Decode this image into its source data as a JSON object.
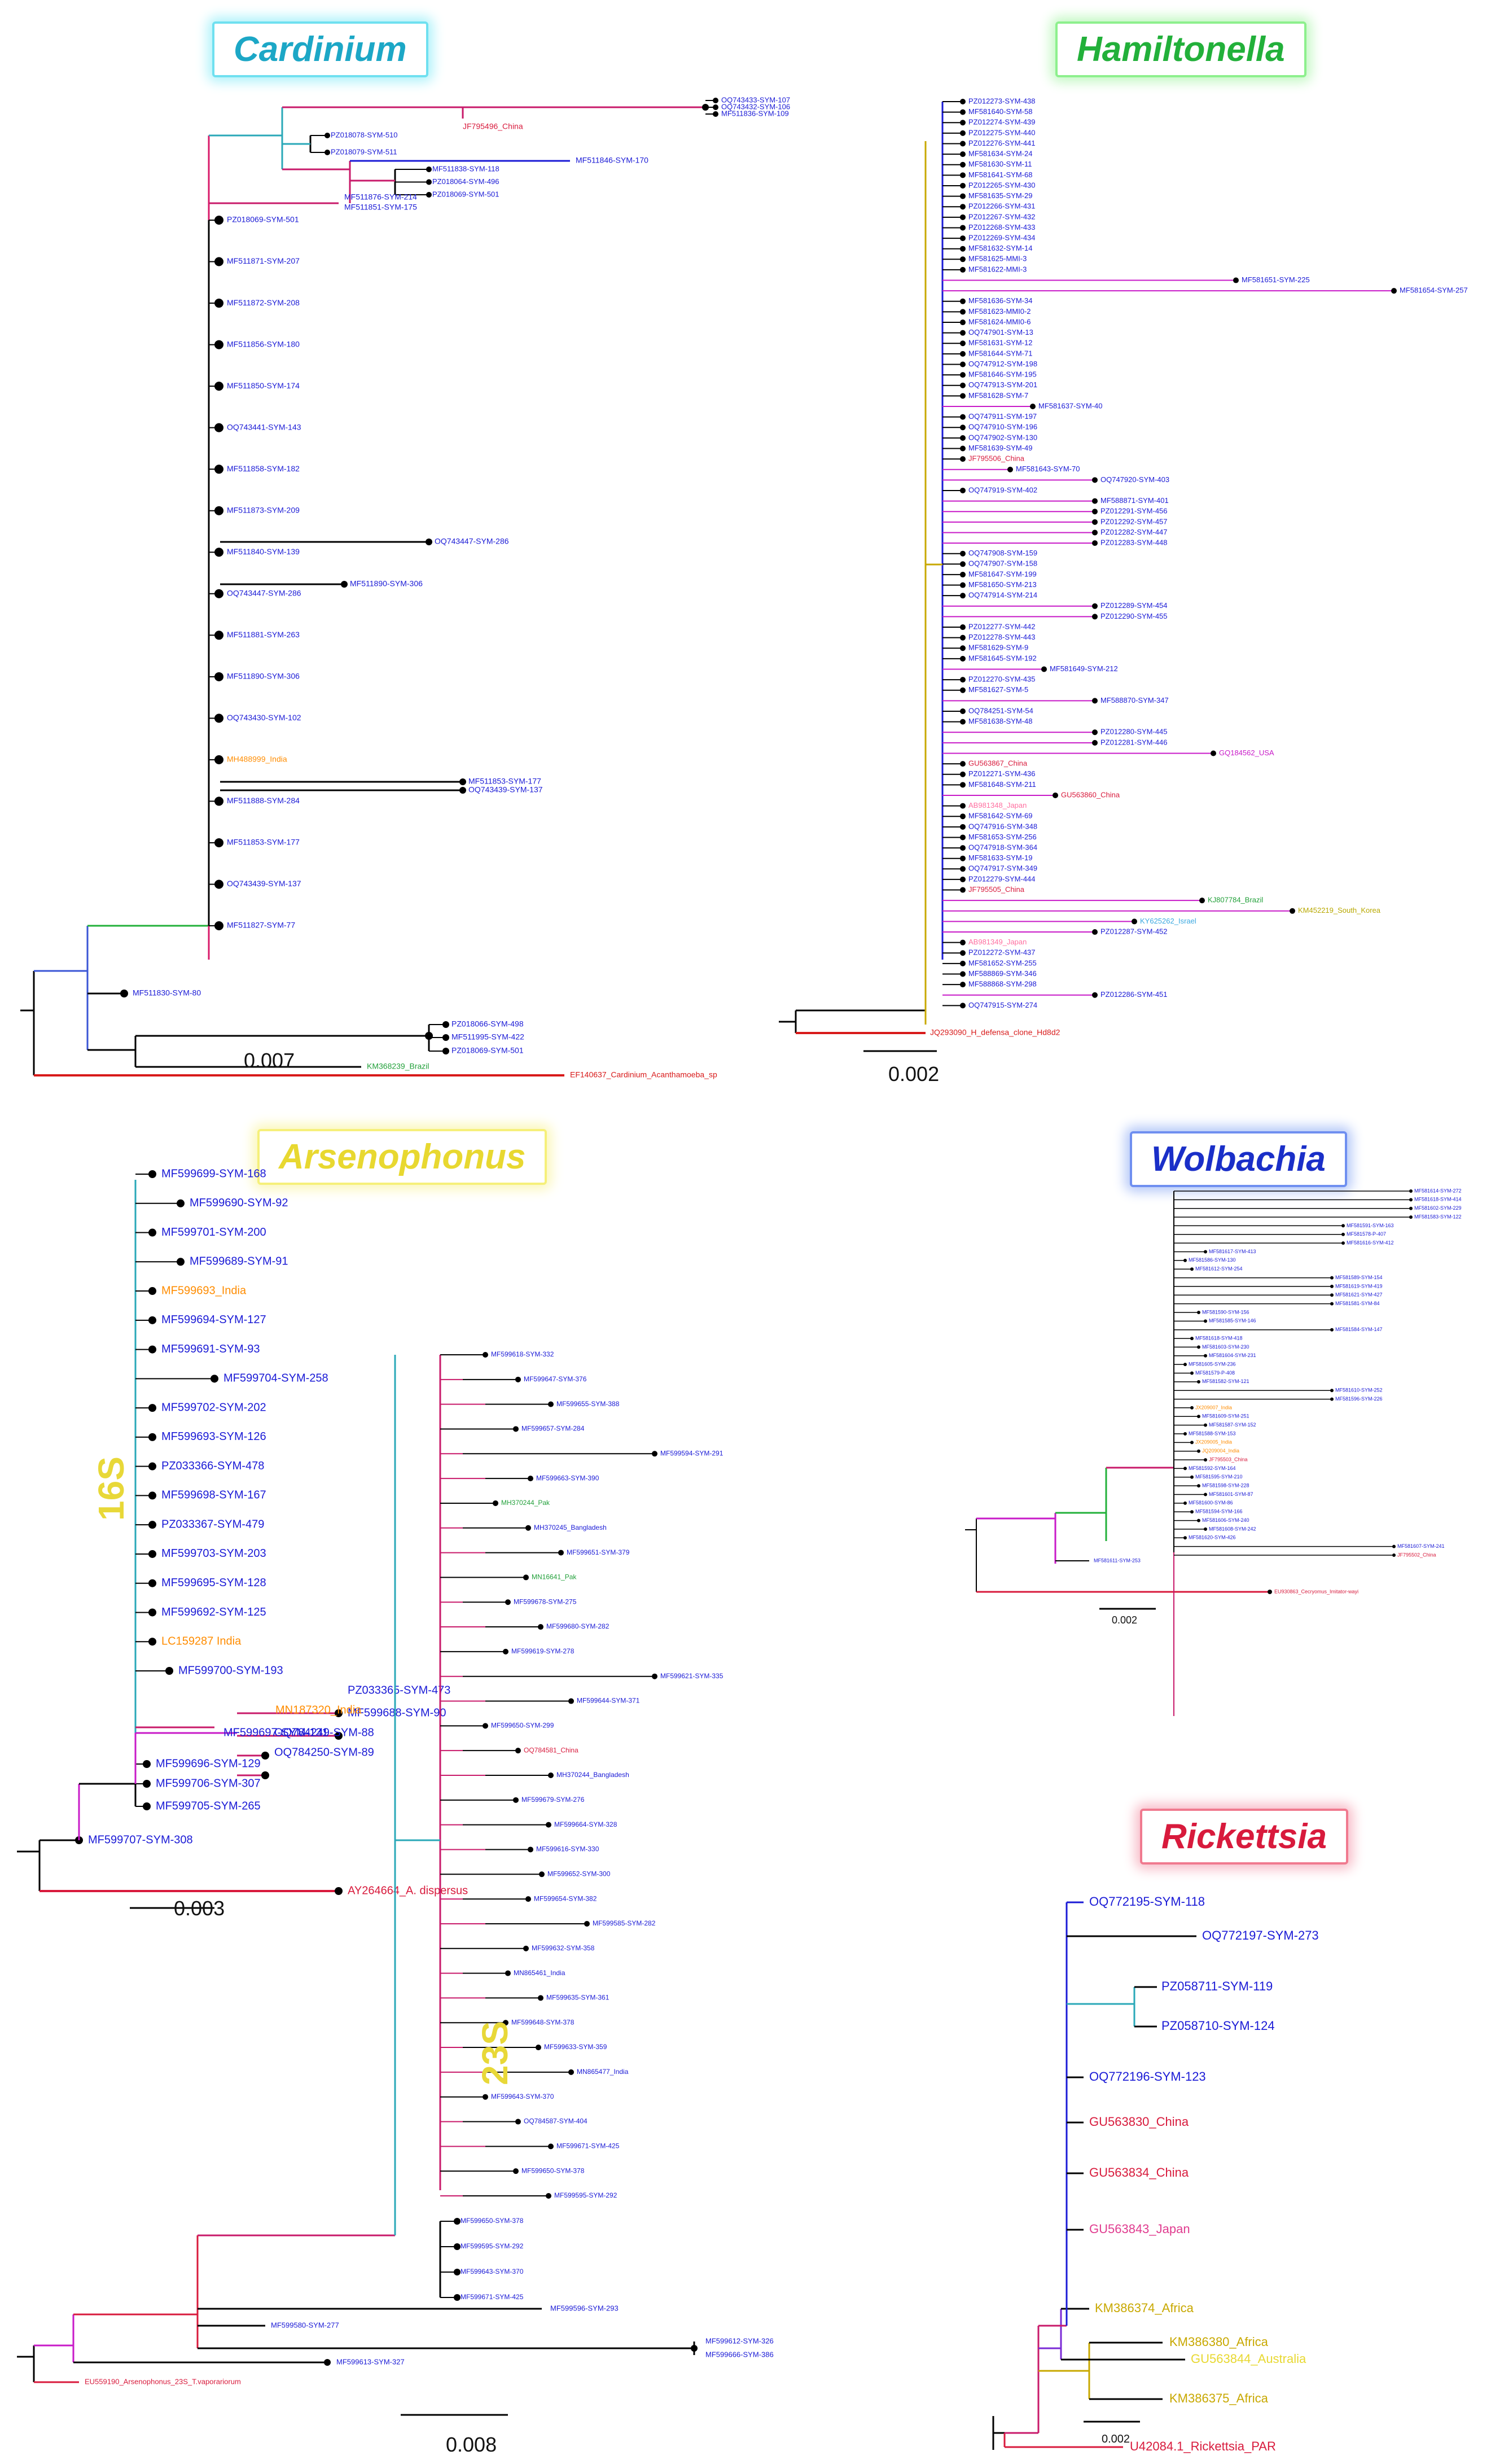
{
  "panels": [
    {
      "id": "cardinium",
      "title": "Cardinium",
      "title_color": "#1ca7c6",
      "glow_color": "#6fe0f0",
      "scale_bar": "0.007",
      "palette": [
        "#1a1ad6",
        "#1a1ad6",
        "#1a1ad6",
        "#1a1ad6",
        "#1a1ad6",
        "#1a1ad6",
        "#1a1ad6",
        "#1a1ad6",
        "#ff8c00",
        "#1a1ad6",
        "#1a1ad6",
        "#22a03a"
      ],
      "leaves": [
        "OQ743433-SYM-107",
        "OQ743432-SYM-106",
        "MF511836-SYM-109",
        "JF795496_China",
        "PZ018078-SYM-510",
        "PZ018079-SYM-511",
        "MF511846-SYM-170",
        "MF511838-SYM-118",
        "PZ018064-SYM-496",
        "MF511876-SYM-214",
        "MF511851-SYM-175",
        "PZ018069-SYM-501",
        "MF511871-SYM-207",
        "MF511872-SYM-208",
        "MF511856-SYM-180",
        "MF511850-SYM-174",
        "OQ743441-SYM-143",
        "MF511858-SYM-182",
        "MF511873-SYM-209",
        "MF511840-SYM-139",
        "OQ743447-SYM-286",
        "MF511881-SYM-263",
        "MF511890-SYM-306",
        "OQ743430-SYM-102",
        "MH488999_India",
        "MF511888-SYM-284",
        "MF511853-SYM-177",
        "OQ743439-SYM-137",
        "MF511827-SYM-77",
        "MF511830-SYM-80",
        "KM368239_Brazil",
        "PZ018066-SYM-498",
        "MF511995-SYM-422",
        "PZ018069-SYM-501",
        "EF140637_Cardinium_Acanthamoeba_sp"
      ],
      "leaf_colors": {
        "JF795496_China": "#d81a3c",
        "MH488999_India": "#ff8c00",
        "KM368239_Brazil": "#22a03a",
        "EF140637_Cardinium_Acanthamoeba_sp": "#d81a1a"
      }
    },
    {
      "id": "hamiltonella",
      "title": "Hamiltonella",
      "title_color": "#22b03a",
      "glow_color": "#8df08d",
      "scale_bar": "0.002",
      "palette": [
        "#1a1ad6",
        "#1a1ad6",
        "#1a1ad6",
        "#1a1ad6",
        "#1a1ad6",
        "#1a1ad6",
        "#1a1ad6",
        "#1a1ad6",
        "#d81a3c"
      ],
      "leaves": [
        "PZ012273-SYM-438",
        "MF581640-SYM-58",
        "PZ012274-SYM-439",
        "PZ012275-SYM-440",
        "PZ012276-SYM-441",
        "MF581634-SYM-24",
        "MF581630-SYM-11",
        "MF581641-SYM-68",
        "PZ012265-SYM-430",
        "MF581635-SYM-29",
        "PZ012266-SYM-431",
        "PZ012267-SYM-432",
        "PZ012268-SYM-433",
        "PZ012269-SYM-434",
        "MF581632-SYM-14",
        "MF581625-MMI-3",
        "MF581622-MMI-3",
        "MF581651-SYM-225",
        "MF581654-SYM-257",
        "MF581636-SYM-34",
        "MF581623-MMI0-2",
        "MF581624-MMI0-6",
        "OQ747901-SYM-13",
        "MF581631-SYM-12",
        "MF581644-SYM-71",
        "OQ747912-SYM-198",
        "MF581646-SYM-195",
        "OQ747913-SYM-201",
        "MF581628-SYM-7",
        "MF581637-SYM-40",
        "OQ747911-SYM-197",
        "OQ747910-SYM-196",
        "OQ747902-SYM-130",
        "MF581639-SYM-49",
        "JF795506_China",
        "MF581643-SYM-70",
        "OQ747920-SYM-403",
        "OQ747919-SYM-402",
        "MF588871-SYM-401",
        "PZ012291-SYM-456",
        "PZ012292-SYM-457",
        "PZ012282-SYM-447",
        "PZ012283-SYM-448",
        "OQ747908-SYM-159",
        "OQ747907-SYM-158",
        "MF581647-SYM-199",
        "MF581650-SYM-213",
        "OQ747914-SYM-214",
        "PZ012289-SYM-454",
        "PZ012290-SYM-455",
        "PZ012277-SYM-442",
        "PZ012278-SYM-443",
        "MF581629-SYM-9",
        "MF581645-SYM-192",
        "MF581649-SYM-212",
        "PZ012270-SYM-435",
        "MF581627-SYM-5",
        "MF588870-SYM-347",
        "OQ784251-SYM-54",
        "MF581638-SYM-48",
        "PZ012280-SYM-445",
        "PZ012281-SYM-446",
        "GQ184562_USA",
        "GU563867_China",
        "PZ012271-SYM-436",
        "MF581648-SYM-211",
        "GU563860_China",
        "AB981348_Japan",
        "MF581642-SYM-69",
        "OQ747916-SYM-348",
        "MF581653-SYM-256",
        "OQ747918-SYM-364",
        "MF581633-SYM-19",
        "OQ747917-SYM-349",
        "PZ012279-SYM-444",
        "JF795505_China",
        "KJ807784_Brazil",
        "KM452219_South_Korea",
        "KY625262_Israel",
        "PZ012287-SYM-452",
        "AB981349_Japan",
        "PZ012272-SYM-437",
        "MF581652-SYM-255",
        "MF588869-SYM-346",
        "MF588868-SYM-298",
        "PZ012286-SYM-451",
        "OQ747915-SYM-274",
        "JQ293090_H_defensa_clone_Hd8d2"
      ],
      "leaf_colors": {
        "JF795506_China": "#d81a3c",
        "GQ184562_USA": "#c81ac8",
        "GU563867_China": "#d81a3c",
        "GU563860_China": "#d81a3c",
        "AB981348_Japan": "#ff6fa0",
        "JF795505_China": "#d81a3c",
        "KJ807784_Brazil": "#22a03a",
        "KM452219_South_Korea": "#b8a800",
        "KY625262_Israel": "#3aa8e0",
        "AB981349_Japan": "#ff6fa0",
        "JQ293090_H_defensa_clone_Hd8d2": "#d81a1a"
      }
    },
    {
      "id": "arsenophonus",
      "title": "Arsenophonus",
      "title_color": "#e8d830",
      "glow_color": "#f6f07a",
      "scale_bar_16s": "0.003",
      "scale_bar_23s": "0.008",
      "gene_16s": "16S",
      "gene_23s": "23S",
      "leaves_16s": [
        "MF599699-SYM-168",
        "MF599690-SYM-92",
        "MF599701-SYM-200",
        "MF599689-SYM-91",
        "MF599693_India",
        "MF599694-SYM-127",
        "MF599691-SYM-93",
        "MF599704-SYM-258",
        "MF599702-SYM-202",
        "MF599693-SYM-126",
        "PZ033366-SYM-478",
        "MF599698-SYM-167",
        "PZ033367-SYM-479",
        "MF599703-SYM-203",
        "MF599695-SYM-128",
        "MF599692-SYM-125",
        "LC159287 India",
        "MF599700-SYM-193",
        "PZ033365-SYM-473",
        "MF599688-SYM-90",
        "OQ784249-SYM-88",
        "OQ784250-SYM-89",
        "MN187320_India",
        "MF599697-SYM-131",
        "MF599696-SYM-129",
        "MF599706-SYM-307",
        "MF599705-SYM-265",
        "MF599707-SYM-308",
        "AY264664_A. dispersus"
      ],
      "leaf_colors_16s": {
        "MF599693_India": "#ff8c00",
        "LC159287 India": "#ff8c00",
        "MN187320_India": "#ff8c00",
        "AY264664_A. dispersus": "#d81a3c"
      },
      "leaves_23s": [
        "MF599618-SYM-332",
        "MF599647-SYM-376",
        "MF599655-SYM-388",
        "MF599657-SYM-284",
        "MF599594-SYM-291",
        "MF599663-SYM-390",
        "MH370244_Pak",
        "MH370245_Bangladesh",
        "MF599651-SYM-379",
        "MN16641_Pak",
        "MF599678-SYM-275",
        "MF599680-SYM-282",
        "MF599619-SYM-278",
        "MF599621-SYM-335",
        "MF599644-SYM-371",
        "MF599650-SYM-299",
        "OQ784581_China",
        "MH370244_Bangladesh",
        "MF599679-SYM-276",
        "MF599664-SYM-328",
        "MF599616-SYM-330",
        "MF599652-SYM-300",
        "MF599654-SYM-382",
        "MF599585-SYM-282",
        "MF599632-SYM-358",
        "MN865461_India",
        "MF599635-SYM-361",
        "MF599648-SYM-378",
        "MF599633-SYM-359",
        "MN865477_India",
        "MF599643-SYM-370",
        "OQ784587-SYM-404",
        "MF599671-SYM-425",
        "MF599650-SYM-378",
        "MF599595-SYM-292",
        "MF599596-SYM-293",
        "MF599580-SYM-277",
        "MF599612-SYM-326",
        "MF599666-SYM-386",
        "MF599613-SYM-327",
        "EU559190_Arsenophonus_23S_T.vaporariorum"
      ],
      "leaf_colors_23s": {
        "MH370244_Pak": "#22a03a",
        "MN16641_Pak": "#22a03a",
        "OQ784581_China": "#d81a3c",
        "EU559190_Arsenophonus_23S_T.vaporariorum": "#d81a3c"
      }
    },
    {
      "id": "wolbachia",
      "title": "Wolbachia",
      "title_color": "#1a2fc8",
      "glow_color": "#6f8ff0",
      "scale_bar": "0.002",
      "leaves": [
        "MF581614-SYM-272",
        "MF581618-SYM-414",
        "MF581602-SYM-229",
        "MF581583-SYM-122",
        "MF581591-SYM-163",
        "MF581578-P-407",
        "MF581616-SYM-412",
        "MF581617-SYM-413",
        "MF581586-SYM-130",
        "MF581612-SYM-254",
        "MF581589-SYM-154",
        "MF581619-SYM-419",
        "MF581621-SYM-427",
        "MF581581-SYM-84",
        "MF581590-SYM-156",
        "MF581585-SYM-146",
        "MF581584-SYM-147",
        "MF581618-SYM-418",
        "MF581603-SYM-230",
        "MF581604-SYM-231",
        "MF581605-SYM-236",
        "MF581579-P-408",
        "MF581582-SYM-121",
        "MF581610-SYM-252",
        "MF581596-SYM-226",
        "JX209007_India",
        "MF581609-SYM-251",
        "MF581587-SYM-152",
        "MF581588-SYM-153",
        "JX209005_India",
        "JQ209004_India",
        "JF795503_China",
        "MF581592-SYM-164",
        "MF581595-SYM-210",
        "MF581598-SYM-228",
        "MF581601-SYM-87",
        "MF581600-SYM-86",
        "MF581594-SYM-166",
        "MF581606-SYM-240",
        "MF581608-SYM-242",
        "MF581620-SYM-426",
        "MF581607-SYM-241",
        "JF795502_China",
        "MF581611-SYM-253",
        "EU930863_Cecryomus_Imitator-wayi"
      ],
      "leaf_colors": {
        "JX209007_India": "#ff8c00",
        "JX209005_India": "#ff8c00",
        "JQ209004_India": "#ff8c00",
        "JF795503_China": "#d81a3c",
        "JF795502_China": "#d81a3c",
        "EU930863_Cecryomus_Imitator-wayi": "#d81a3c"
      }
    },
    {
      "id": "rickettsia",
      "title": "Rickettsia",
      "title_color": "#d81a3c",
      "glow_color": "#f07a8f",
      "scale_bar": "0.002",
      "leaves": [
        "OQ772195-SYM-118",
        "OQ772197-SYM-273",
        "PZ058711-SYM-119",
        "PZ058710-SYM-124",
        "OQ772196-SYM-123",
        "GU563830_China",
        "GU563834_China",
        "GU563843_Japan",
        "KM386374_Africa",
        "GU563844_Australia",
        "KM386380_Africa",
        "KM386375_Africa",
        "U42084.1_Rickettsia_PAR"
      ],
      "leaf_colors": {
        "GU563830_China": "#d81a3c",
        "GU563834_China": "#d81a3c",
        "GU563843_Japan": "#e03c8f",
        "KM386374_Africa": "#c8a800",
        "GU563844_Australia": "#e8d830",
        "KM386380_Africa": "#c8a800",
        "KM386375_Africa": "#c8a800",
        "U42084.1_Rickettsia_PAR": "#d81a3c"
      }
    }
  ]
}
